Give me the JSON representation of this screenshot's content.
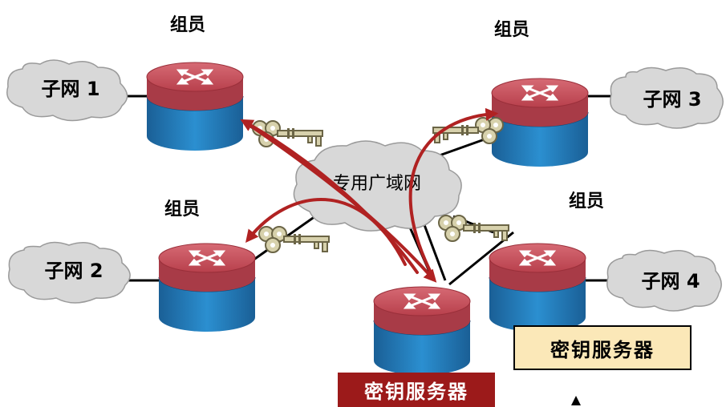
{
  "wan": {
    "label": "专用广域网"
  },
  "members": [
    {
      "label": "组员"
    },
    {
      "label": "组员"
    },
    {
      "label": "组员"
    },
    {
      "label": "组员"
    }
  ],
  "subnets": [
    {
      "label": "子网 1"
    },
    {
      "label": "子网 2"
    },
    {
      "label": "子网 3"
    },
    {
      "label": "子网 4"
    }
  ],
  "key_server": {
    "box_label": "密钥服务器",
    "banner_label": "密钥服务器"
  },
  "colors": {
    "router_top": "#c8505e",
    "router_body": "#1f7cc1",
    "arrow": "#b02222",
    "key": "#c9c29a",
    "cloud": "#d8d8d8"
  },
  "icons": [
    "router-icon",
    "key-icon",
    "cloud-icon",
    "arrow-icon"
  ]
}
